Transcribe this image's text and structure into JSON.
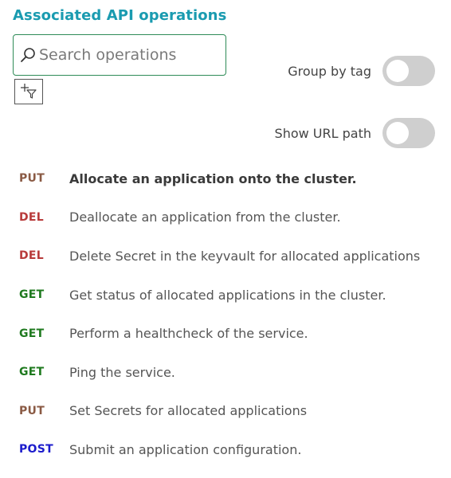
{
  "header": {
    "title": "Associated API operations"
  },
  "search": {
    "placeholder": "Search operations",
    "value": "",
    "icon": "search-icon"
  },
  "filter": {
    "icon": "add-filter-icon"
  },
  "toggles": {
    "group_by_tag": {
      "label": "Group by tag",
      "on": false
    },
    "show_url_path": {
      "label": "Show URL path",
      "on": false
    }
  },
  "colors": {
    "title": "#1a9bb0",
    "search_border": "#2e8b57",
    "toggle_off": "#cfcfcf",
    "method_put": "#8a5a44",
    "method_del": "#b83a3a",
    "method_get": "#1f7a1f",
    "method_post": "#1c1ccc"
  },
  "operations": [
    {
      "method": "PUT",
      "label": "Allocate an application onto the cluster.",
      "selected": true
    },
    {
      "method": "DEL",
      "label": "Deallocate an application from the cluster.",
      "selected": false
    },
    {
      "method": "DEL",
      "label": "Delete Secret in the keyvault for allocated applications",
      "selected": false
    },
    {
      "method": "GET",
      "label": "Get status of allocated applications in the cluster.",
      "selected": false
    },
    {
      "method": "GET",
      "label": "Perform a healthcheck of the service.",
      "selected": false
    },
    {
      "method": "GET",
      "label": "Ping the service.",
      "selected": false
    },
    {
      "method": "PUT",
      "label": "Set Secrets for allocated applications",
      "selected": false
    },
    {
      "method": "POST",
      "label": "Submit an application configuration.",
      "selected": false
    }
  ]
}
